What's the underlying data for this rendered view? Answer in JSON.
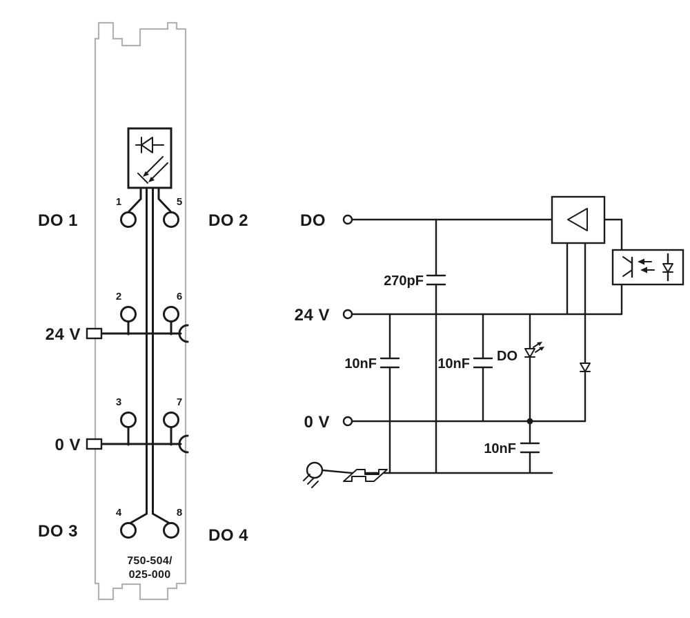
{
  "module": {
    "part_number": [
      "750-504/",
      "025-000"
    ],
    "labels": {
      "do1": "DO 1",
      "do2": "DO 2",
      "v24": "24 V",
      "v0": "0 V",
      "do3": "DO 3",
      "do4": "DO 4"
    },
    "pins": [
      "1",
      "2",
      "3",
      "4",
      "5",
      "6",
      "7",
      "8"
    ]
  },
  "schematic": {
    "terminals": {
      "do": "DO",
      "v24": "24 V",
      "v0": "0 V"
    },
    "components": {
      "cap_270pf": "270pF",
      "cap_10nf_a": "10nF",
      "cap_10nf_b": "10nF",
      "cap_10nf_c": "10nF",
      "led_do": "DO"
    }
  },
  "colors": {
    "ink": "#1a1a1a",
    "module_outline": "#b2b2b2",
    "background": "#ffffff"
  }
}
